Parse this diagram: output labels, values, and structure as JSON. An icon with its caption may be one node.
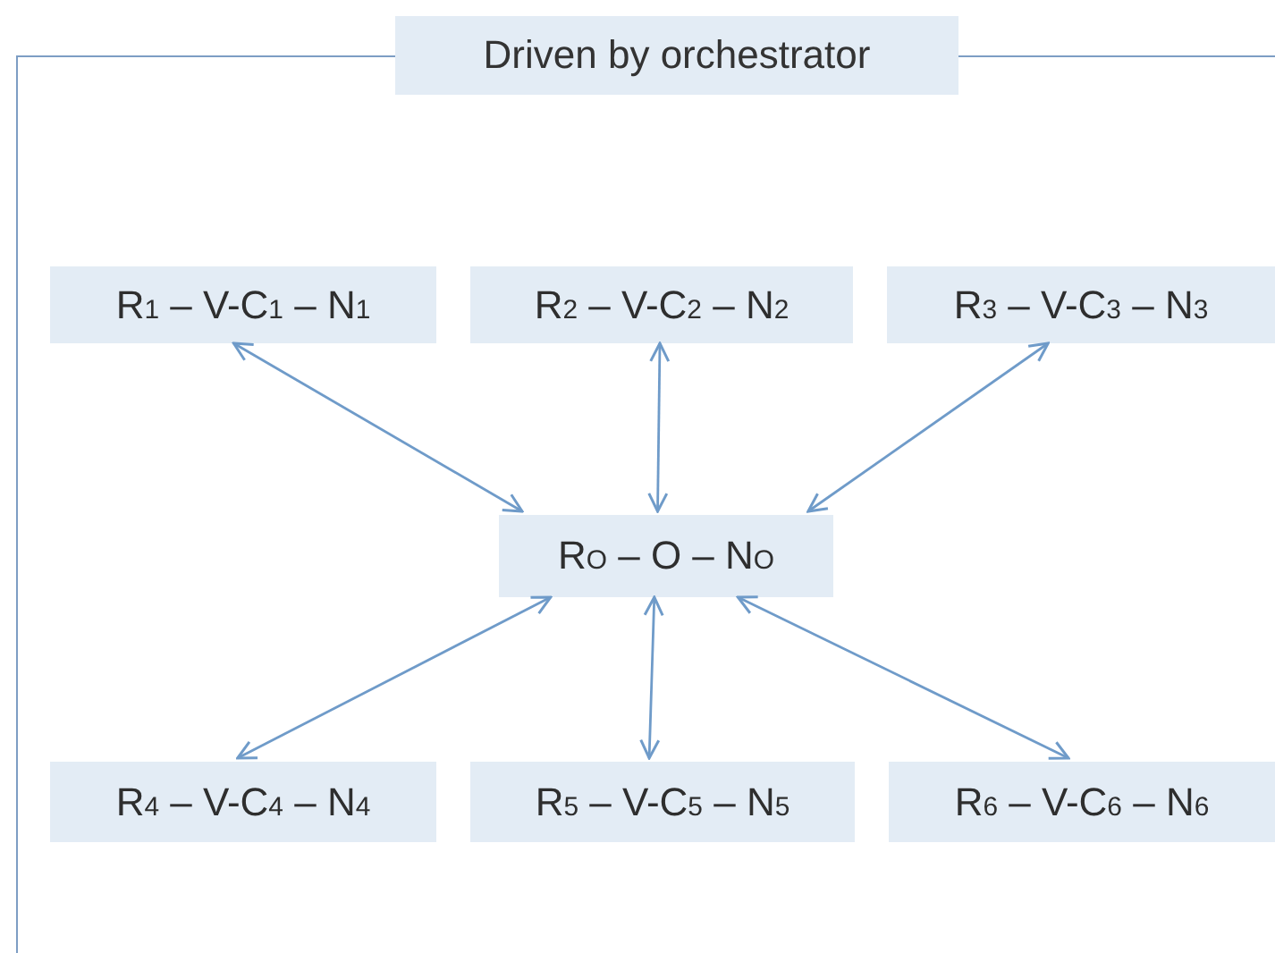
{
  "diagram": {
    "nodes": [
      {
        "text": [
          "Driven by orchestrator"
        ]
      },
      {
        "text": [
          "R$_{1}$ – V-C$_{1}$ – N$_{1}$"
        ],
        "in": 0
      },
      {
        "text": [
          "R$_{2}$ – V-C$_{2}$ – N$_{2}$"
        ],
        "in": 0
      },
      {
        "text": [
          "R$_{3}$ – V-C$_{3}$ – N$_{3}$"
        ],
        "in": 0
      },
      {
        "text": [
          "R$_{O}$ – O – N$_{O}$"
        ],
        "in": 0
      },
      {
        "text": [
          "R$_{4}$ – V-C$_{4}$ – N$_{4}$"
        ],
        "in": 0
      },
      {
        "text": [
          "R$_{5}$ – V-C$_{5}$ – N$_{5}$"
        ],
        "in": 0
      },
      {
        "text": [
          "R$_{6}$ – V-C$_{6}$ – N$_{6}$"
        ],
        "in": 0
      }
    ],
    "edges": [
      {
        "from": 1,
        "to": 4,
        "arrow": "both"
      },
      {
        "from": 2,
        "to": 4,
        "arrow": "both"
      },
      {
        "from": 3,
        "to": 4,
        "arrow": "both"
      },
      {
        "from": 4,
        "to": 5,
        "arrow": "both"
      },
      {
        "from": 4,
        "to": 6,
        "arrow": "both"
      },
      {
        "from": 4,
        "to": 7,
        "arrow": "both"
      }
    ]
  }
}
